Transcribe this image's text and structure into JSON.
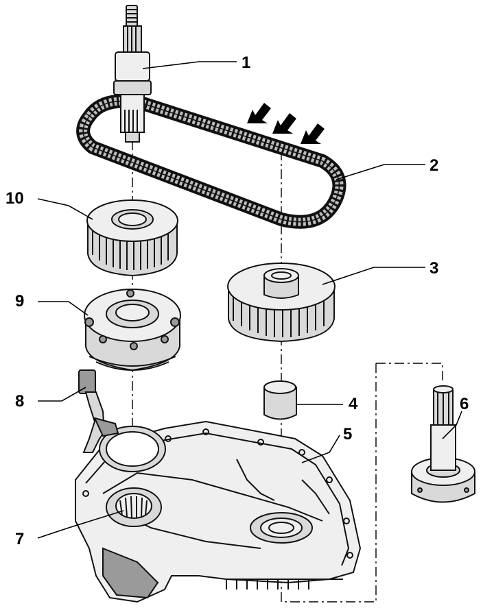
{
  "diagram": {
    "callouts": [
      {
        "id": "1",
        "text": "1"
      },
      {
        "id": "2",
        "text": "2"
      },
      {
        "id": "3",
        "text": "3"
      },
      {
        "id": "4",
        "text": "4"
      },
      {
        "id": "5",
        "text": "5"
      },
      {
        "id": "6",
        "text": "6"
      },
      {
        "id": "7",
        "text": "7"
      },
      {
        "id": "8",
        "text": "8"
      },
      {
        "id": "9",
        "text": "9"
      },
      {
        "id": "10",
        "text": "10"
      }
    ],
    "direction_arrows": 3,
    "colors": {
      "ink": "#111111",
      "metal": "#d9d9d9",
      "shadow": "#9a9a9a",
      "background": "#ffffff"
    }
  }
}
